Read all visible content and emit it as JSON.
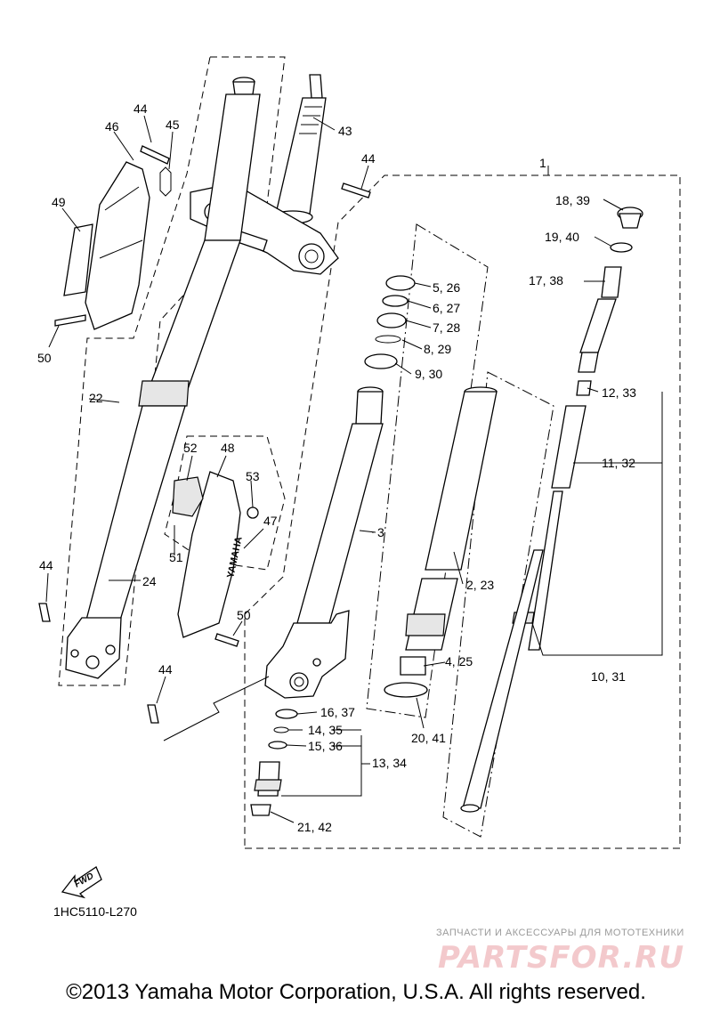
{
  "labels": {
    "p1": "1",
    "p2_23": "2, 23",
    "p3": "3",
    "p4_25": "4, 25",
    "p5_26": "5, 26",
    "p6_27": "6, 27",
    "p7_28": "7, 28",
    "p8_29": "8, 29",
    "p9_30": "9, 30",
    "p10_31": "10, 31",
    "p11_32": "11, 32",
    "p12_33": "12, 33",
    "p13_34": "13, 34",
    "p14_35": "14, 35",
    "p15_36": "15, 36",
    "p16_37": "16, 37",
    "p17_38": "17, 38",
    "p18_39": "18, 39",
    "p19_40": "19, 40",
    "p20_41": "20, 41",
    "p21_42": "21, 42",
    "p22": "22",
    "p24": "24",
    "p43": "43",
    "p44_a": "44",
    "p44_b": "44",
    "p44_c": "44",
    "p44_d": "44",
    "p45": "45",
    "p46": "46",
    "p47": "47",
    "p48": "48",
    "p49": "49",
    "p50_a": "50",
    "p50_b": "50",
    "p51": "51",
    "p52": "52",
    "p53": "53"
  },
  "fwd_arrow_text": "FWD",
  "guard_text": "YAMAHA",
  "diagram_code": "1HC5110-L270",
  "watermark": {
    "tagline": "ЗАПЧАСТИ И АКСЕССУАРЫ ДЛЯ МОТОТЕХНИКИ",
    "logo": "PARTSFOR.RU"
  },
  "copyright": "©2013 Yamaha Motor Corporation, U.S.A. All rights reserved."
}
